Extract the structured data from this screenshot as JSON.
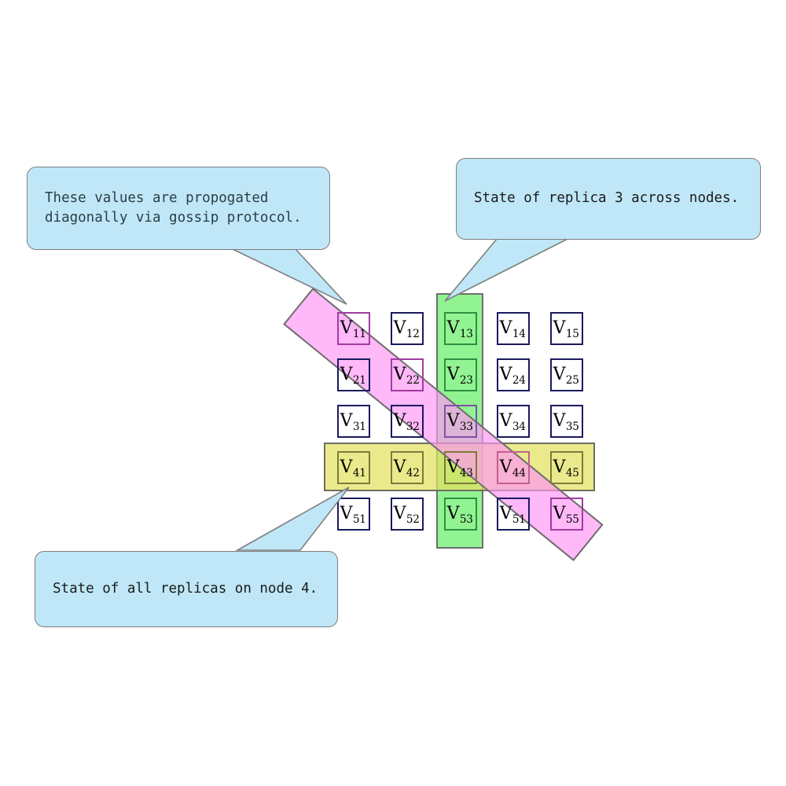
{
  "diagram": {
    "title": "Replica state grid with gossip propagation",
    "colors": {
      "bubble_fill": "#bfe7f7",
      "bubble_stroke": "#7f7f7f",
      "column_highlight": "#7af07a",
      "row_highlight": "#e2e260",
      "diagonal_highlight": "#ff96f5",
      "cell_stroke": "#1a1a5e"
    }
  },
  "annotations": [
    {
      "id": "gossip",
      "name": "annotation-gossip",
      "line1": "These values are propogated",
      "line2": "diagonally via gossip protocol.",
      "points_to": "diagonal-band"
    },
    {
      "id": "replica3",
      "name": "annotation-replica-3",
      "line1": "State of replica 3 across nodes.",
      "line2": "",
      "points_to": "column-band"
    },
    {
      "id": "node4",
      "name": "annotation-node-4",
      "line1": "State of all replicas on node 4.",
      "line2": "",
      "points_to": "row-band"
    }
  ],
  "grid": {
    "rows": 5,
    "cols": 5,
    "cells": [
      [
        {
          "v": "V",
          "sub": "11",
          "hl": "pink"
        },
        {
          "v": "V",
          "sub": "12",
          "hl": "none"
        },
        {
          "v": "V",
          "sub": "13",
          "hl": "green"
        },
        {
          "v": "V",
          "sub": "14",
          "hl": "none"
        },
        {
          "v": "V",
          "sub": "15",
          "hl": "none"
        }
      ],
      [
        {
          "v": "V",
          "sub": "21",
          "hl": "none"
        },
        {
          "v": "V",
          "sub": "22",
          "hl": "pink"
        },
        {
          "v": "V",
          "sub": "23",
          "hl": "green"
        },
        {
          "v": "V",
          "sub": "24",
          "hl": "none"
        },
        {
          "v": "V",
          "sub": "25",
          "hl": "none"
        }
      ],
      [
        {
          "v": "V",
          "sub": "31",
          "hl": "none"
        },
        {
          "v": "V",
          "sub": "32",
          "hl": "none"
        },
        {
          "v": "V",
          "sub": "33",
          "hl": "purple"
        },
        {
          "v": "V",
          "sub": "34",
          "hl": "none"
        },
        {
          "v": "V",
          "sub": "35",
          "hl": "none"
        }
      ],
      [
        {
          "v": "V",
          "sub": "41",
          "hl": "yellow"
        },
        {
          "v": "V",
          "sub": "42",
          "hl": "yellow"
        },
        {
          "v": "V",
          "sub": "43",
          "hl": "yellow"
        },
        {
          "v": "V",
          "sub": "44",
          "hl": "rose"
        },
        {
          "v": "V",
          "sub": "45",
          "hl": "yellow"
        }
      ],
      [
        {
          "v": "V",
          "sub": "51",
          "hl": "none"
        },
        {
          "v": "V",
          "sub": "52",
          "hl": "none"
        },
        {
          "v": "V",
          "sub": "53",
          "hl": "green"
        },
        {
          "v": "V",
          "sub": "51",
          "hl": "none"
        },
        {
          "v": "V",
          "sub": "55",
          "hl": "pink"
        }
      ]
    ]
  },
  "bands": {
    "column": {
      "label": "replica-3-column",
      "index": 3
    },
    "row": {
      "label": "node-4-row",
      "index": 4
    },
    "diagonal": {
      "label": "gossip-diagonal"
    }
  }
}
